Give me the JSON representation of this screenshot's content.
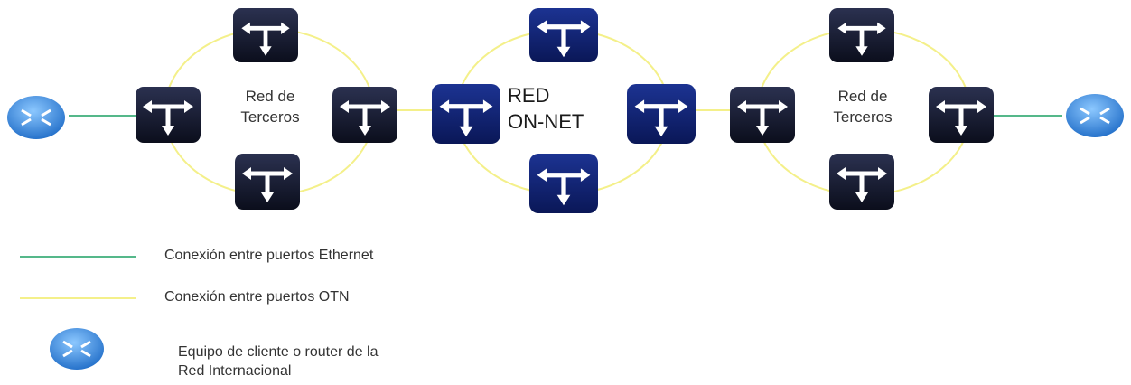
{
  "rings": [
    {
      "label_line1": "Red de",
      "label_line2": "Terceros"
    },
    {
      "label_line1": "RED",
      "label_line2": "ON-NET"
    },
    {
      "label_line1": "Red de",
      "label_line2": "Terceros"
    }
  ],
  "legend": {
    "ethernet": "Conexión entre puertos Ethernet",
    "otn": "Conexión entre puertos OTN",
    "router_line1": "Equipo de cliente o router de la",
    "router_line2": "Red Internacional"
  },
  "colors": {
    "switch_dark": "#11152b",
    "switch_blue": "#0d1f6e",
    "ring_line": "#f4f08a",
    "ethernet_line": "#55b88a",
    "router": "#3a8fe0"
  },
  "icons": {
    "switch": "t-switch-icon",
    "router": "router-icon"
  }
}
